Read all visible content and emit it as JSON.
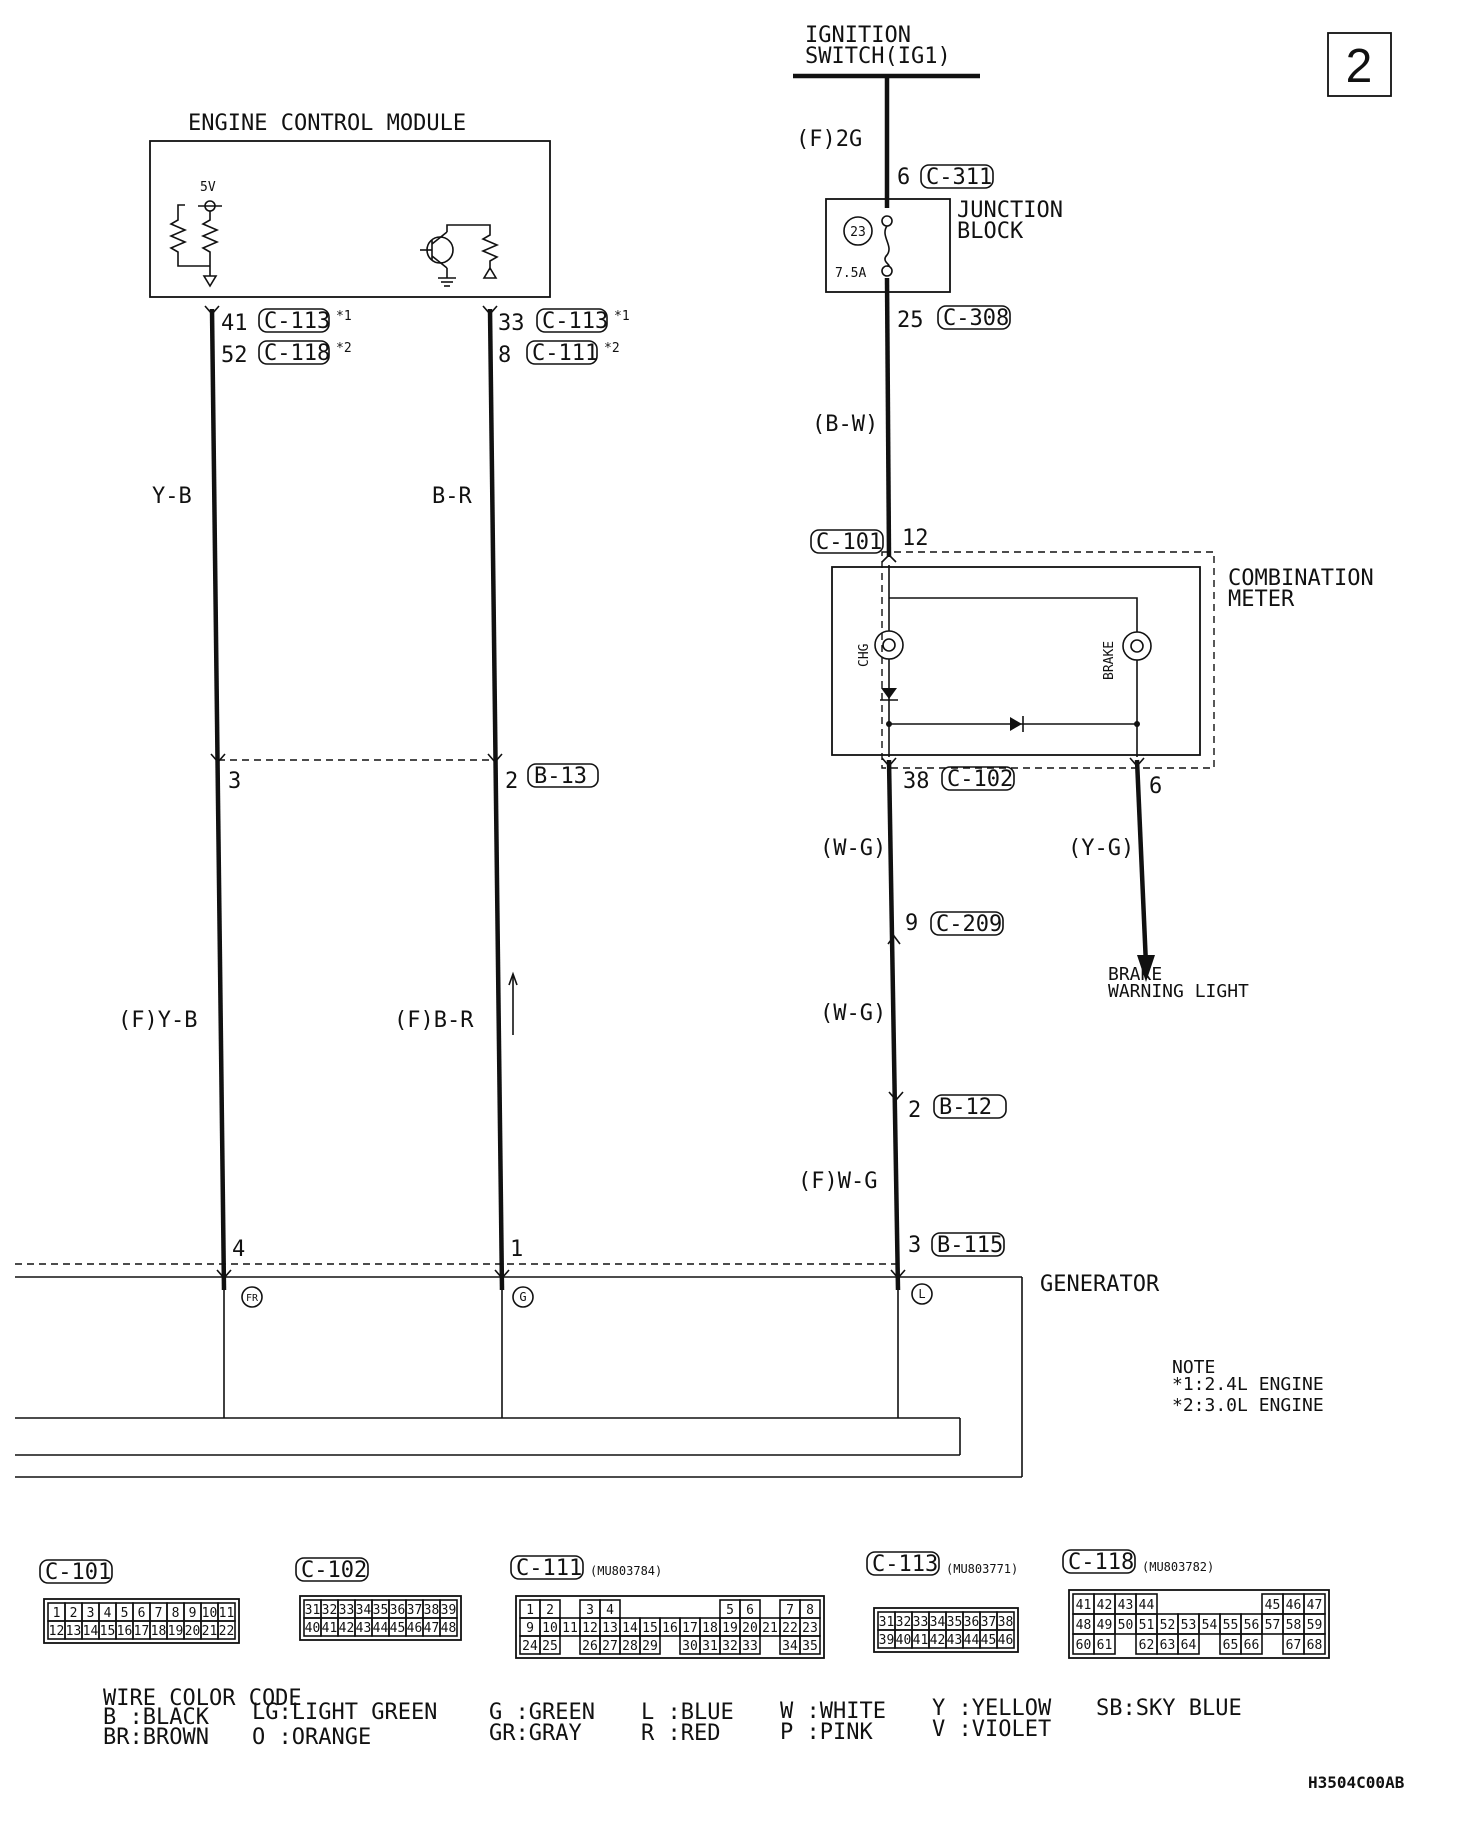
{
  "page_number": "2",
  "ignition": {
    "title_line1": "IGNITION",
    "title_line2": "SWITCH(IG1)"
  },
  "ecm": {
    "title": "ENGINE CONTROL MODULE",
    "voltage": "5V"
  },
  "left_wire": {
    "pin1": "41",
    "conn1": "C-113",
    "note1": "*1",
    "pin2": "52",
    "conn2": "C-118",
    "note2": "*2",
    "color_top": "Y-B",
    "joint_pin": "3",
    "color_bottom": "(F)Y-B",
    "gen_pin": "4"
  },
  "mid_wire": {
    "pin1": "33",
    "conn1": "C-113",
    "note1": "*1",
    "pin2": "8",
    "conn2": "C-111",
    "note2": "*2",
    "color_top": "B-R",
    "joint_pin": "2",
    "joint_conn": "B-13",
    "color_bottom": "(F)B-R",
    "gen_pin": "1"
  },
  "right_wire": {
    "ign_color": "(F)2G",
    "jb_in_pin": "6",
    "jb_in_conn": "C-311",
    "junction_label_line1": "JUNCTION",
    "junction_label_line2": "BLOCK",
    "fuse_number": "23",
    "fuse_rating": "7.5A",
    "jb_out_pin": "25",
    "jb_out_conn": "C-308",
    "color1": "(B-W)",
    "meter_in_conn": "C-101",
    "meter_in_pin": "12",
    "meter_label_line1": "COMBINATION",
    "meter_label_line2": "METER",
    "chg_label": "CHG",
    "brake_label": "BRAKE",
    "meter_out_pin": "38",
    "meter_out_conn": "C-102",
    "color2": "(W-G)",
    "mid_pin": "9",
    "mid_conn": "C-209",
    "color3": "(W-G)",
    "b12_pin": "2",
    "b12_conn": "B-12",
    "color4": "(F)W-G",
    "gen_pin": "3",
    "gen_conn": "B-115",
    "brake_pin": "6",
    "brake_color": "(Y-G)",
    "brake_dest_line1": "BRAKE",
    "brake_dest_line2": "WARNING LIGHT"
  },
  "generator": {
    "label": "GENERATOR",
    "terminal_fr": "FR",
    "terminal_g": "G",
    "terminal_l": "L"
  },
  "note": {
    "title": "NOTE",
    "line1": "*1:2.4L ENGINE",
    "line2": "*2:3.0L ENGINE"
  },
  "connectors": [
    {
      "id": "C-101",
      "part": ""
    },
    {
      "id": "C-102",
      "part": ""
    },
    {
      "id": "C-111",
      "part": "(MU803784)"
    },
    {
      "id": "C-113",
      "part": "(MU803771)"
    },
    {
      "id": "C-118",
      "part": "(MU803782)"
    }
  ],
  "connector_faces": {
    "c101": [
      [
        "1",
        "2",
        "3",
        "4",
        "5",
        "6",
        "7",
        "8",
        "9",
        "10",
        "11"
      ],
      [
        "12",
        "13",
        "14",
        "15",
        "16",
        "17",
        "18",
        "19",
        "20",
        "21",
        "22"
      ]
    ],
    "c102": [
      [
        "31",
        "32",
        "33",
        "34",
        "35",
        "36",
        "37",
        "38",
        "39"
      ],
      [
        "40",
        "41",
        "42",
        "43",
        "44",
        "45",
        "46",
        "47",
        "48"
      ]
    ],
    "c111": [
      [
        "1",
        "2",
        "",
        "3",
        "4",
        "",
        "",
        "",
        "",
        "",
        "5",
        "6",
        "",
        "7",
        "8"
      ],
      [
        "9",
        "10",
        "11",
        "12",
        "13",
        "14",
        "15",
        "16",
        "17",
        "18",
        "19",
        "20",
        "21",
        "22",
        "23"
      ],
      [
        "24",
        "25",
        "",
        "26",
        "27",
        "28",
        "29",
        "",
        "30",
        "31",
        "32",
        "33",
        "",
        "34",
        "35"
      ]
    ],
    "c113": [
      [
        "31",
        "32",
        "33",
        "34",
        "35",
        "36",
        "37",
        "38"
      ],
      [
        "39",
        "40",
        "41",
        "42",
        "43",
        "44",
        "45",
        "46"
      ]
    ],
    "c118": [
      [
        "41",
        "42",
        "43",
        "44",
        "",
        "",
        "",
        "",
        "",
        "45",
        "46",
        "47"
      ],
      [
        "48",
        "49",
        "50",
        "51",
        "52",
        "53",
        "54",
        "55",
        "56",
        "57",
        "58",
        "59"
      ],
      [
        "60",
        "61",
        "",
        "62",
        "63",
        "64",
        "",
        "65",
        "66",
        "",
        "67",
        "68"
      ]
    ]
  },
  "legend": {
    "title": "WIRE COLOR CODE",
    "entries": [
      [
        "B :BLACK",
        "BR:BROWN"
      ],
      [
        "LG:LIGHT GREEN",
        "O :ORANGE"
      ],
      [
        "G :GREEN",
        "GR:GRAY"
      ],
      [
        "L :BLUE",
        "R :RED"
      ],
      [
        "W :WHITE",
        "P :PINK"
      ],
      [
        "Y :YELLOW",
        "V :VIOLET"
      ],
      [
        "SB:SKY BLUE",
        ""
      ]
    ]
  },
  "doc_code": "H3504C00AB"
}
